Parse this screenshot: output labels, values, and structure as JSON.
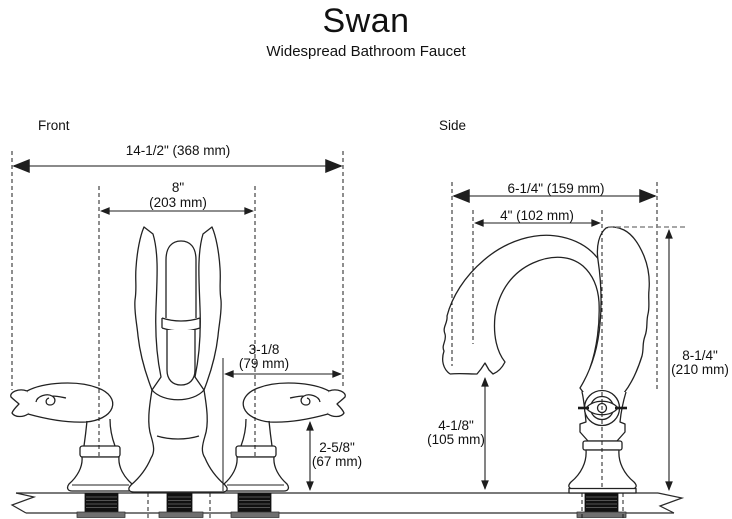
{
  "page": {
    "title": "Swan",
    "subtitle": "Widespread Bathroom Faucet"
  },
  "views": {
    "front": {
      "label": "Front"
    },
    "side": {
      "label": "Side"
    }
  },
  "dimensions": {
    "front": {
      "overall_width": {
        "text": "14-1/2\" (368 mm)"
      },
      "handle_centers": {
        "inches": "8\"",
        "mm": "(203 mm)"
      },
      "spout_to_handle": {
        "inches": "3-1/8",
        "mm": "(79 mm)"
      },
      "handle_height": {
        "inches": "2-5/8\"",
        "mm": "(67 mm)"
      }
    },
    "side": {
      "overall_depth": {
        "text": "6-1/4\" (159 mm)"
      },
      "spout_reach": {
        "text": "4\" (102 mm)"
      },
      "overall_height": {
        "inches": "8-1/4\"",
        "mm": "(210 mm)"
      },
      "spout_clearance": {
        "inches": "4-1/8\"",
        "mm": "(105 mm)"
      }
    }
  },
  "colors": {
    "background": "#ffffff",
    "outline": "#222222",
    "dim_line": "#1e1e1e",
    "dim_line_gray": "#8a8a8a",
    "shank_fill": "#101010",
    "thread_line": "#6a6a6a",
    "locknut_fill": "#6f6f6f"
  }
}
